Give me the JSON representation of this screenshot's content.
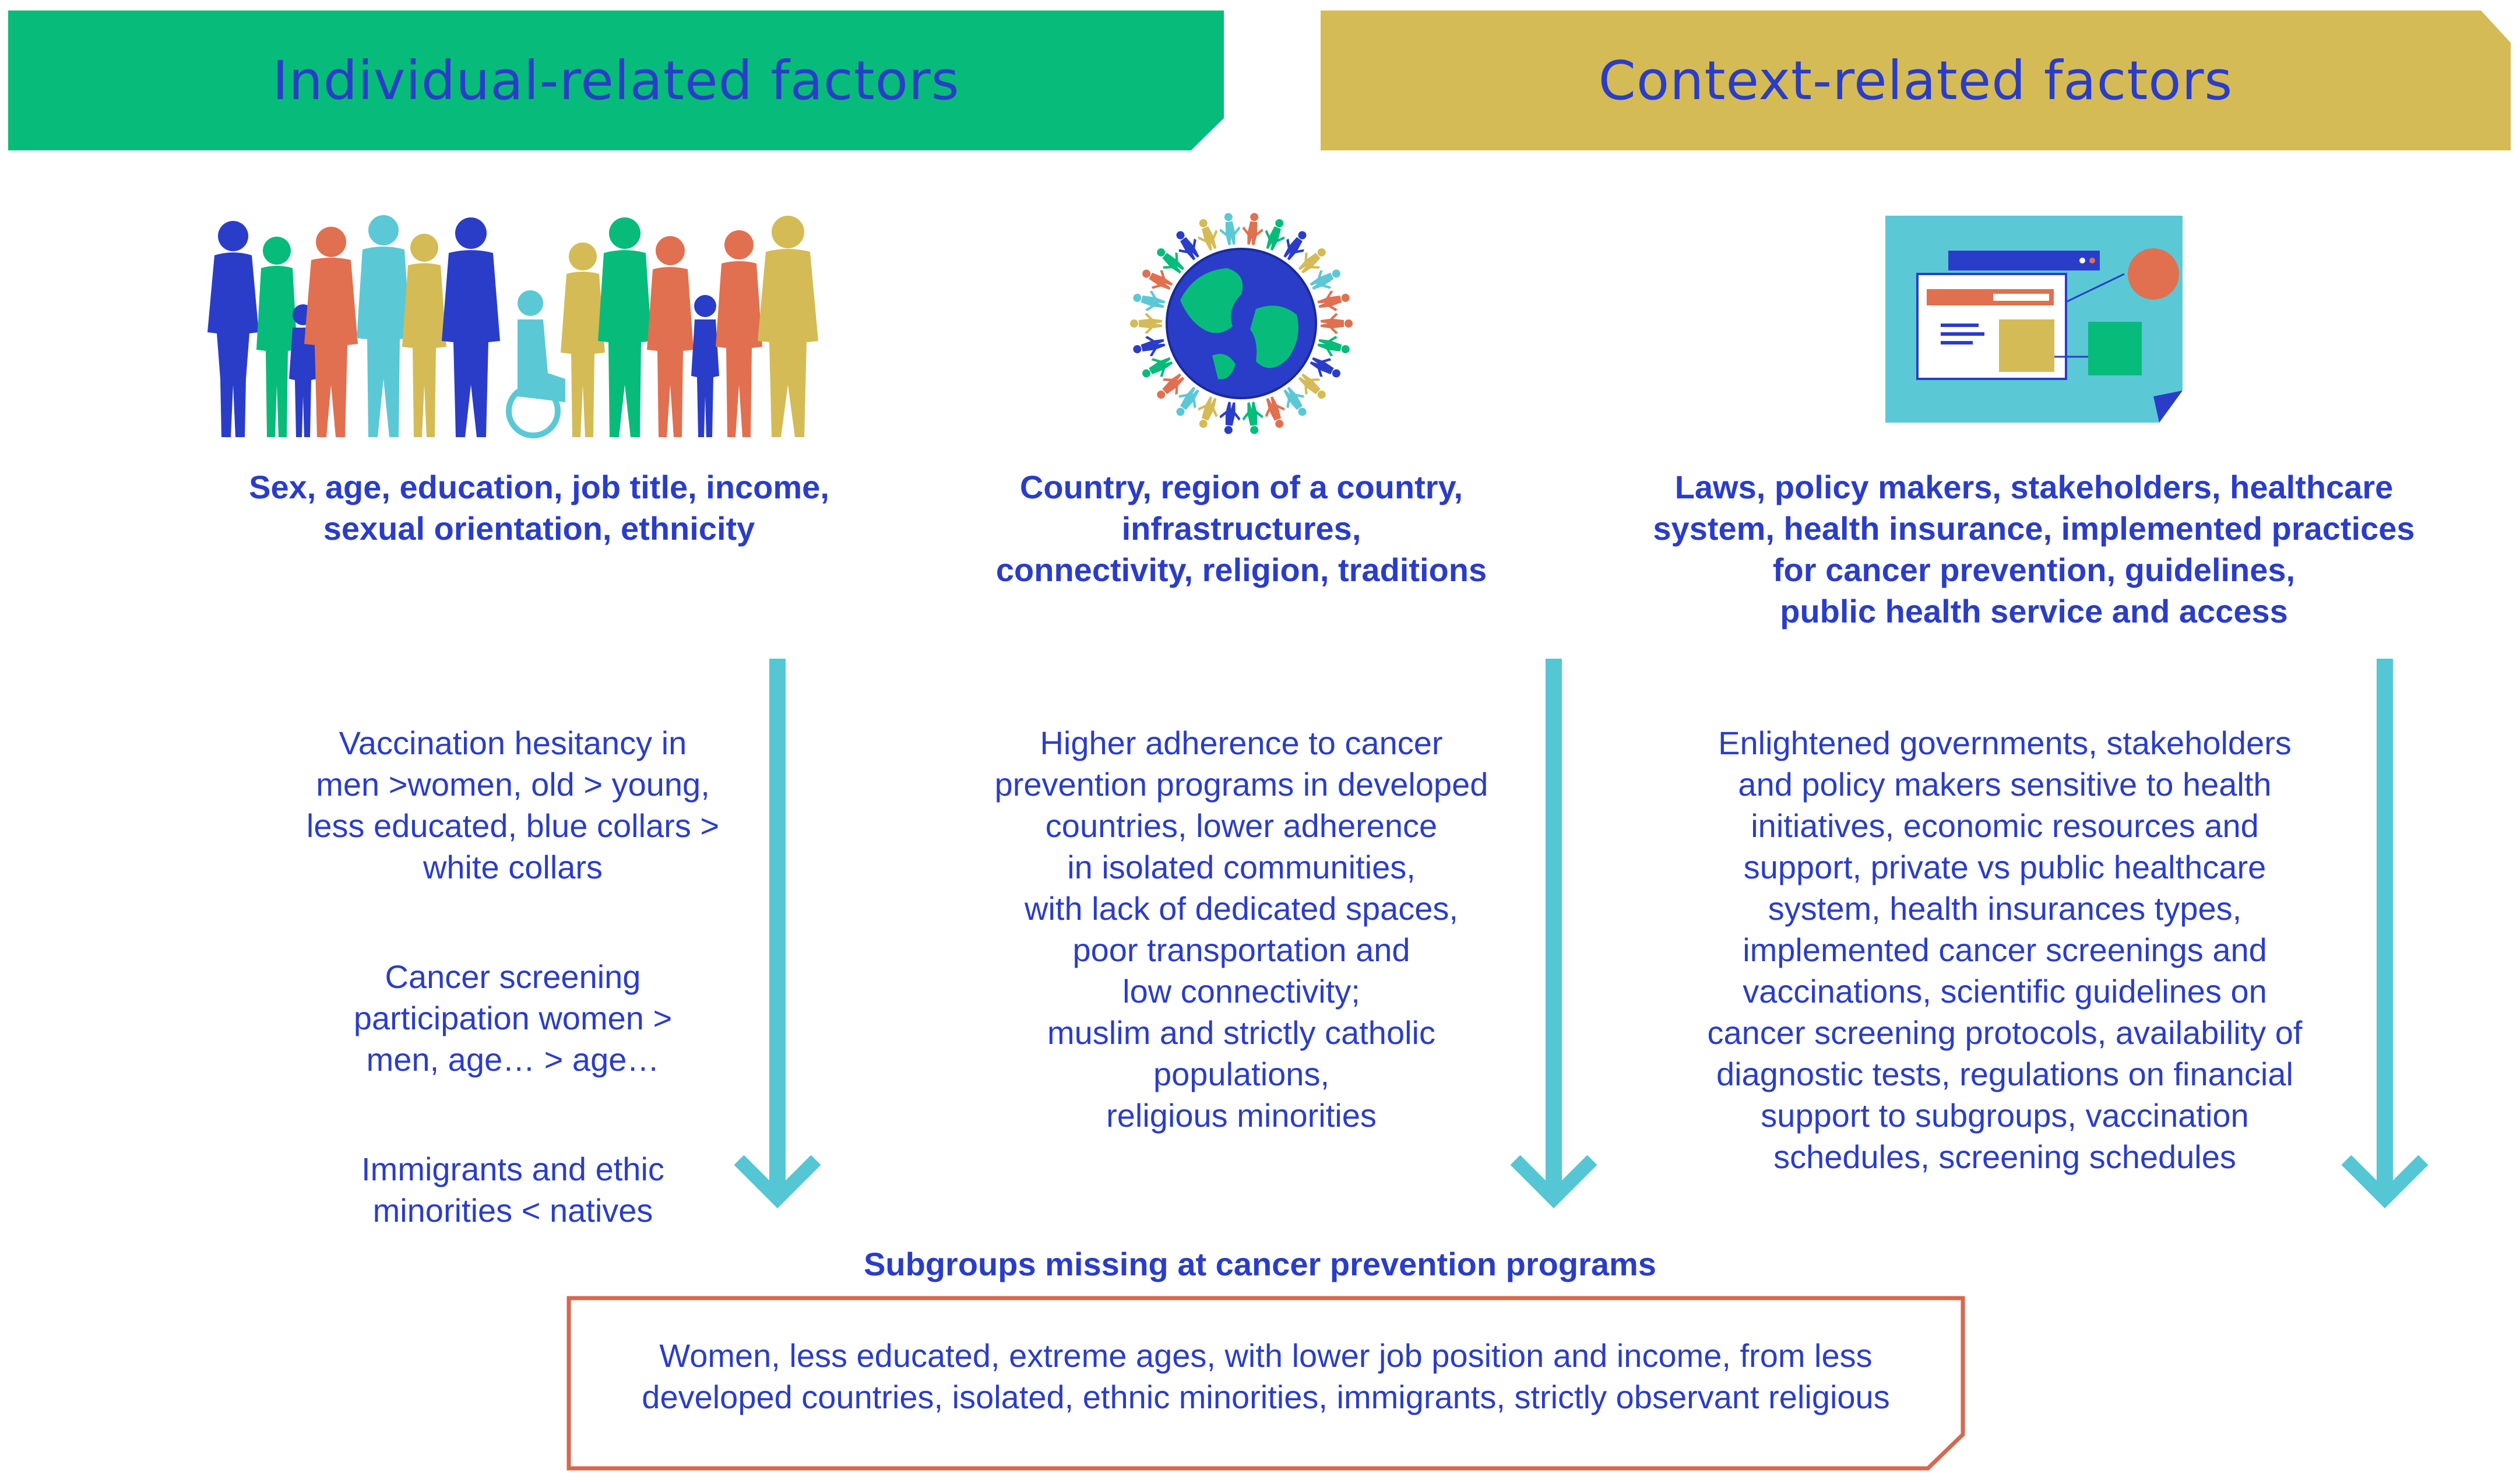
{
  "headers": {
    "individual": "Individual-related factors",
    "context": "Context-related factors"
  },
  "columns": [
    {
      "factors": "Sex, age, education, job title, income,\nsexual orientation, ethnicity",
      "details": [
        "Vaccination hesitancy in\nmen >women, old > young,\nless educated, blue collars >\nwhite collars",
        "Cancer screening\nparticipation women >\nmen, age… > age…",
        "Immigrants and ethic\nminorities < natives"
      ]
    },
    {
      "factors": "Country, region of a country,\ninfrastructures,\nconnectivity, religion, traditions",
      "details": [
        "Higher adherence to cancer\nprevention programs in developed\ncountries, lower adherence\nin isolated communities,\nwith lack of dedicated spaces,\npoor transportation and\nlow connectivity;\nmuslim and strictly catholic\npopulations,\nreligious minorities"
      ]
    },
    {
      "factors": "Laws, policy makers, stakeholders, healthcare\nsystem, health insurance, implemented practices\nfor cancer prevention, guidelines,\npublic health service and access",
      "details": [
        "Enlightened governments, stakeholders\nand policy makers sensitive to health\ninitiatives, economic resources and\nsupport, private vs public healthcare\nsystem, health insurances types,\nimplemented cancer screenings and\nvaccinations, scientific guidelines on\ncancer screening protocols, availability of\ndiagnostic tests, regulations on financial\nsupport to subgroups, vaccination\nschedules, screening schedules"
      ]
    }
  ],
  "summary": {
    "title": "Subgroups missing at cancer prevention programs",
    "text": "Women, less educated, extreme ages, with lower job position and income, from less\ndeveloped countries, isolated, ethnic minorities, immigrants, strictly observant religious"
  },
  "colors": {
    "text_blue": "#2a3dc8",
    "green": "#07bb7b",
    "gold": "#d4bb55",
    "arrow_teal": "#55c6d4",
    "box_border": "#d8674e",
    "orange": "#e0704f",
    "teal_panel": "#5bc8d6"
  }
}
